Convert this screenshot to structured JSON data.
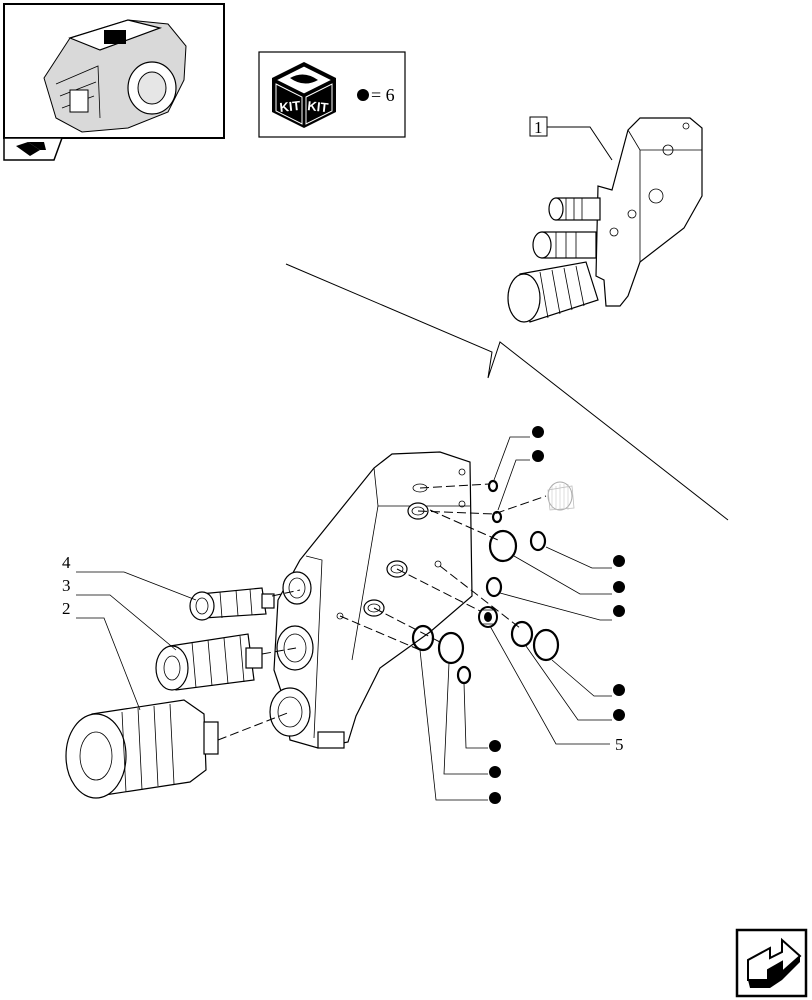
{
  "kit": {
    "label_left": "KIT",
    "label_right": "KIT",
    "quantity_text": "= 6"
  },
  "assembly_label": "1",
  "callouts": [
    {
      "id": "4",
      "text": "4"
    },
    {
      "id": "3",
      "text": "3"
    },
    {
      "id": "2",
      "text": "2"
    },
    {
      "id": "5",
      "text": "5"
    }
  ],
  "icons": {
    "thumbnail": "transmission-housing-thumbnail",
    "back_nav": "back-arrow-icon",
    "next_nav": "next-page-arrow-icon",
    "kit_dot": "kit-bullet-icon"
  },
  "colors": {
    "line": "#000000",
    "background": "#ffffff",
    "shade": "#d9d9d9"
  }
}
